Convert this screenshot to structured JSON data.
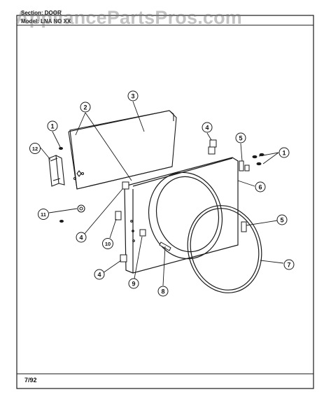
{
  "header": {
    "section_line": "Section: DOOR",
    "model_line": "Model: LNA NO XX"
  },
  "watermark": "AppliancePartsPros.com",
  "footer": {
    "date": "7/92"
  },
  "callouts": [
    "1",
    "2",
    "3",
    "4",
    "5",
    "6",
    "7",
    "8",
    "9",
    "10",
    "11",
    "12",
    "1",
    "4",
    "5",
    "4"
  ],
  "colors": {
    "line": "#1a1a1a",
    "background": "#ffffff",
    "watermark": "#8a8a8a"
  }
}
